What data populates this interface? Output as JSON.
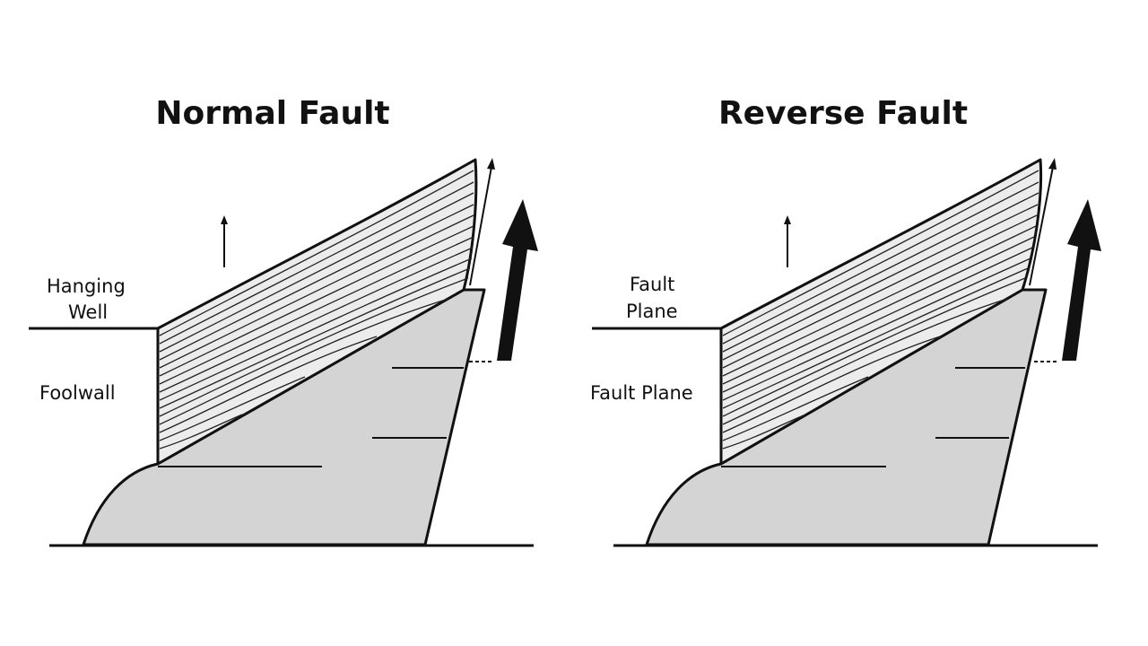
{
  "panels": [
    {
      "title": "Normal Fault",
      "labels": {
        "upper_line1": "Hanging",
        "upper_line2": "Well",
        "lower": "Foolwall"
      }
    },
    {
      "title": "Reverse Fault",
      "labels": {
        "upper_line1": "Fault",
        "upper_line2": "Plane",
        "lower": "Fault Plane"
      }
    }
  ],
  "colors": {
    "block_fill": "#d4d4d4",
    "line": "#111111",
    "background": "#ffffff"
  }
}
